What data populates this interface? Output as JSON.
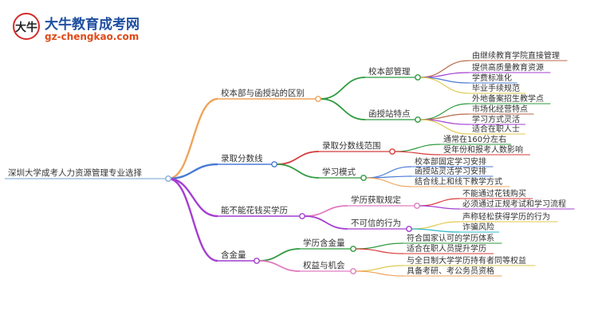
{
  "logo": {
    "emblem_text": "大牛",
    "title": "大牛教育成考网",
    "url": "gz-chengkao.com"
  },
  "root": "深圳大学成考人力资源管理专业选择",
  "branches": [
    {
      "label": "校本部与函授站的区别",
      "color": "#f0a45a",
      "children": [
        {
          "label": "校本部管理",
          "color": "#2e9a3e",
          "children": [
            {
              "label": "由继续教育学院直接管理",
              "color": "#b86a4a"
            },
            {
              "label": "提供高质量教育资源",
              "color": "#a43fd1"
            },
            {
              "label": "学费标准化",
              "color": "#4b7bd6"
            },
            {
              "label": "毕业手续规范",
              "color": "#e0c94e"
            }
          ]
        },
        {
          "label": "函授站特点",
          "color": "#2e9a3e",
          "children": [
            {
              "label": "外地备案招生教学点",
              "color": "#2e9a3e"
            },
            {
              "label": "市场化经营特点",
              "color": "#b86a4a"
            },
            {
              "label": "学习方式灵活",
              "color": "#a43fd1"
            },
            {
              "label": "适合在职人士",
              "color": "#e0c94e"
            }
          ]
        }
      ]
    },
    {
      "label": "录取分数线",
      "color": "#4b7bd6",
      "children": [
        {
          "label": "录取分数线范围",
          "color": "#d83a3a",
          "children": [
            {
              "label": "通常在160分左右",
              "color": "#2e9a3e"
            },
            {
              "label": "受年份和报考人数影响",
              "color": "#d83a3a"
            }
          ]
        },
        {
          "label": "学习模式",
          "color": "#2e9a3e",
          "children": [
            {
              "label": "校本部固定学习安排",
              "color": "#4b7bd6"
            },
            {
              "label": "函授站灵活学习安排",
              "color": "#4b7bd6"
            },
            {
              "label": "结合线上和线下教学方式",
              "color": "#f0a45a"
            }
          ]
        }
      ]
    },
    {
      "label": "能不能花钱买学历",
      "color": "#a43fd1",
      "children": [
        {
          "label": "学历获取规定",
          "color": "#e07bc0",
          "children": [
            {
              "label": "不能通过花钱购买",
              "color": "#d83a3a"
            },
            {
              "label": "必须通过正规考试和学习流程",
              "color": "#a43fd1"
            }
          ]
        },
        {
          "label": "不可信的行为",
          "color": "#a43fd1",
          "children": [
            {
              "label": "声称轻松获得学历的行为",
              "color": "#e0c94e"
            },
            {
              "label": "诈骗风险",
              "color": "#2ab7c9"
            }
          ]
        }
      ]
    },
    {
      "label": "含金量",
      "color": "#a43fd1",
      "children": [
        {
          "label": "学历含金量",
          "color": "#2e9a3e",
          "children": [
            {
              "label": "符合国家认可的学历体系",
              "color": "#2e9a3e"
            },
            {
              "label": "适合在职人员提升学历",
              "color": "#d83a3a"
            }
          ]
        },
        {
          "label": "权益与机会",
          "color": "#e07bc0",
          "children": [
            {
              "label": "与全日制大学学历持有者同等权益",
              "color": "#e0c94e"
            },
            {
              "label": "具备考研、考公务员资格",
              "color": "#f0a45a"
            }
          ]
        }
      ]
    }
  ]
}
